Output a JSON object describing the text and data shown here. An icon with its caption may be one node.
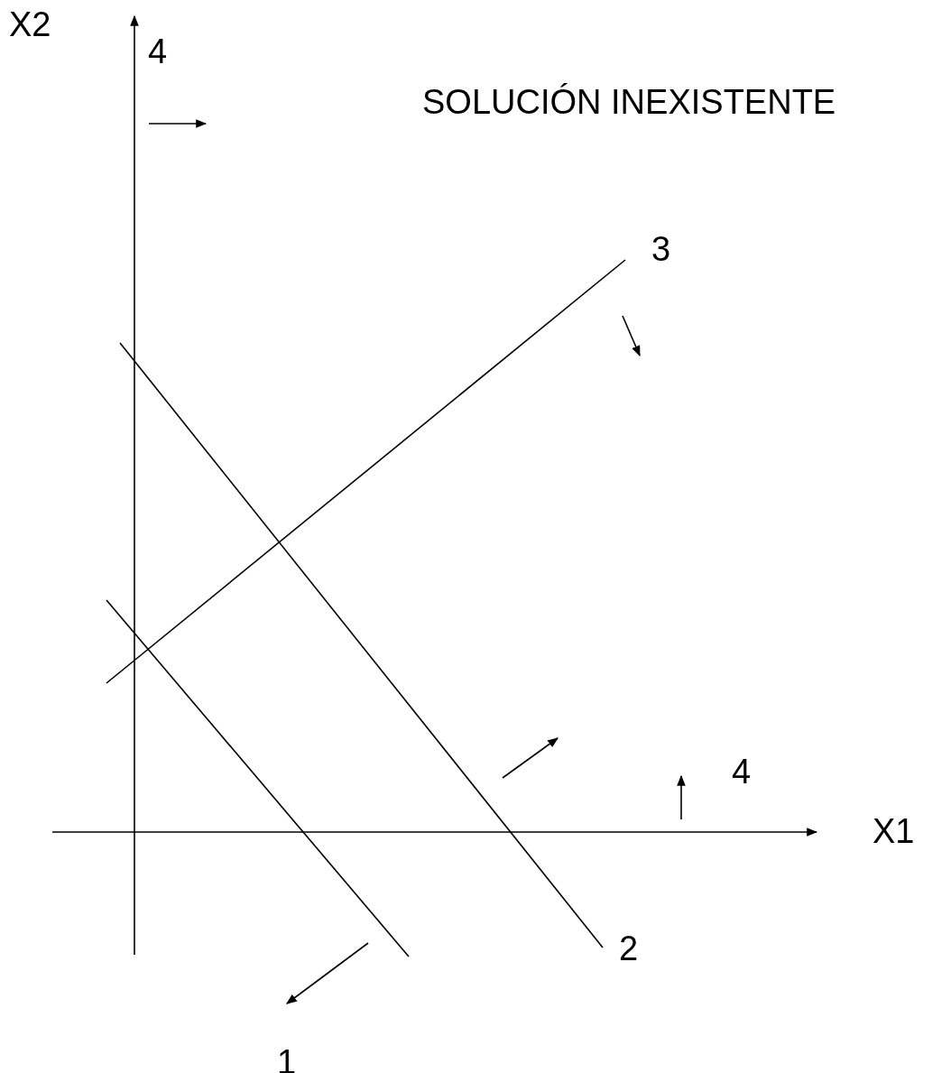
{
  "diagram": {
    "labels": [
      "X2",
      "4",
      "SOLUCIÓN INEXISTENTE",
      "3",
      "4",
      "X1",
      "2",
      "1"
    ]
  }
}
